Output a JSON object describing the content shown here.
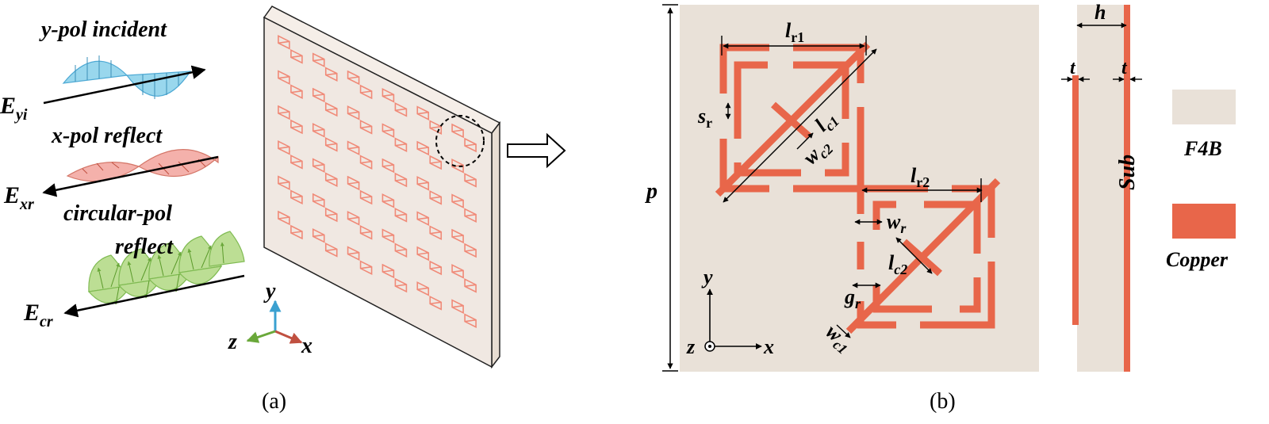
{
  "panel_a": {
    "caption": "(a)",
    "waves": {
      "incident_title": "y-pol incident",
      "incident_field": "E",
      "incident_sub": "yi",
      "xreflect_title": "x-pol reflect",
      "xreflect_field": "E",
      "xreflect_sub": "xr",
      "circ_title_1": "circular-pol",
      "circ_title_2": "reflect",
      "circ_field": "E",
      "circ_sub": "cr"
    },
    "axes": {
      "x": "x",
      "y": "y",
      "z": "z"
    },
    "colors": {
      "incident": "#5bc0e0",
      "x_reflect": "#e88080",
      "circular": "#8cc84b",
      "unit_cell": "#f08a78",
      "board": "#f0e8e2"
    }
  },
  "panel_b": {
    "caption": "(b)",
    "labels": {
      "p": "p",
      "lr1_main": "l",
      "lr1_sub": "r1",
      "lc1_main": "l",
      "lc1_sub": "c1",
      "sr_main": "s",
      "sr_sub": "r",
      "wc2_main": "w",
      "wc2_sub": "c2",
      "lr2_main": "l",
      "lr2_sub": "r2",
      "wr_main": "w",
      "wr_sub": "r",
      "lc2_main": "l",
      "lc2_sub": "c2",
      "gr_main": "g",
      "gr_sub": "r",
      "wc1_main": "w",
      "wc1_sub": "c1",
      "axis_x": "x",
      "axis_y": "y",
      "axis_z": "z",
      "h": "h",
      "t_left": "t",
      "t_right": "t",
      "sub": "Sub"
    },
    "legend": [
      {
        "label": "F4B",
        "color": "#e9e1d8"
      },
      {
        "label": "Copper",
        "color": "#e8664a"
      }
    ]
  }
}
